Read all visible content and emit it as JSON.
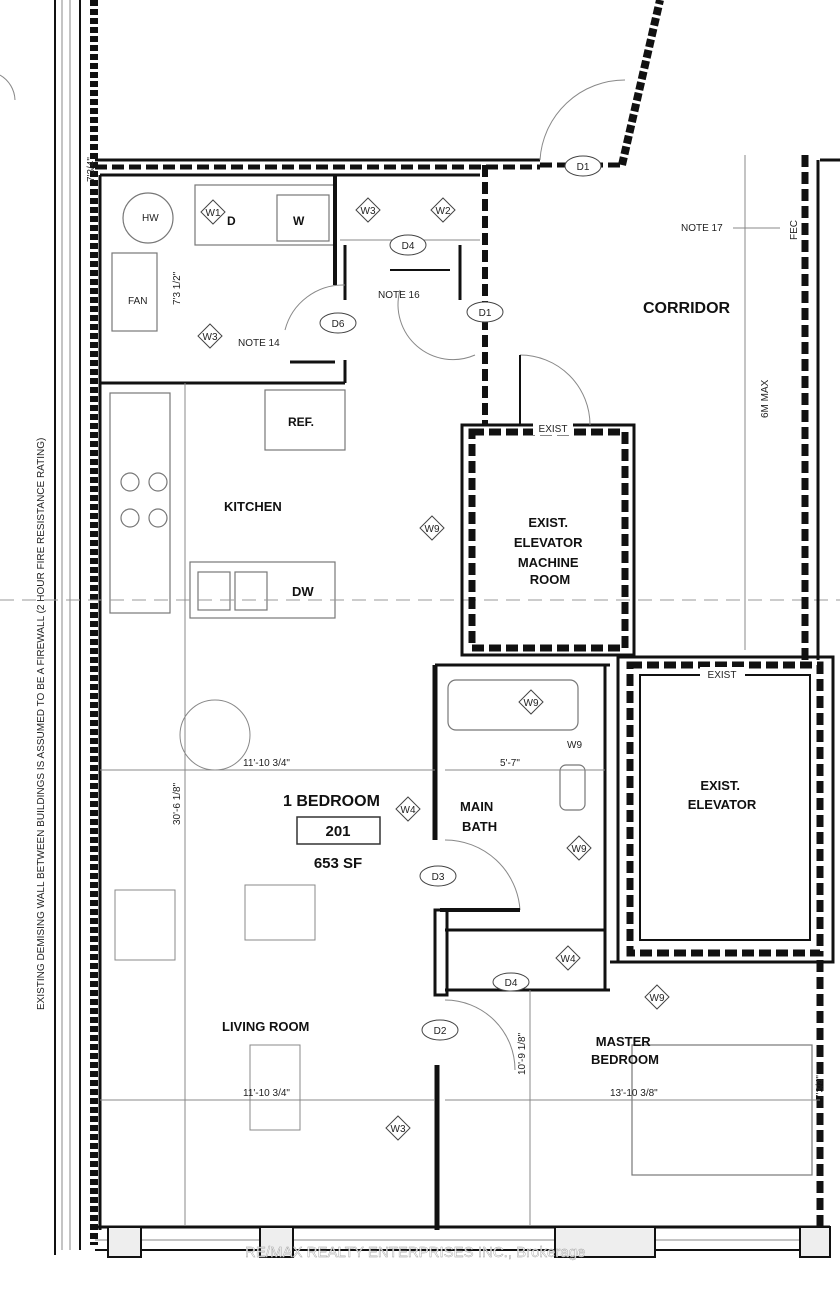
{
  "plan": {
    "unit_name": "1 BEDROOM",
    "unit_number": "201",
    "unit_area": "653 SF",
    "firewall_note": "EXISTING DEMISING WALL BETWEEN BUILDINGS IS ASSUMED TO BE A FIREWALL (2 HOUR FIRE RESISTANCE RATING)",
    "watermark": "RE/MAX REALTY ENTERPRISES INC., Brokerage"
  },
  "rooms": {
    "corridor": "CORRIDOR",
    "kitchen": "KITCHEN",
    "machine_room": [
      "EXIST.",
      "ELEVATOR",
      "MACHINE",
      "ROOM"
    ],
    "elevator": [
      "EXIST.",
      "ELEVATOR"
    ],
    "main_bath": [
      "MAIN",
      "BATH"
    ],
    "living_room": "LIVING ROOM",
    "master_bedroom": [
      "MASTER",
      "BEDROOM"
    ]
  },
  "fixtures": {
    "ref": "REF.",
    "dw": "DW",
    "washer": "W",
    "dryer": "D",
    "hw": "HW",
    "fan": "FAN"
  },
  "tags": {
    "w1": "W1",
    "w2": "W2",
    "w3": "W3",
    "w4": "W4",
    "w9": "W9",
    "d1": "D1",
    "d2": "D2",
    "d3": "D3",
    "d4": "D4",
    "d6": "D6",
    "exist": "EXIST"
  },
  "notes": {
    "note14": "NOTE 14",
    "note16": "NOTE 16",
    "note17": "NOTE 17",
    "fec": "FEC",
    "max6m": "6M MAX"
  },
  "dimensions": {
    "top_wall": "7'3/4\"",
    "laundry": "7'3 1/2\"",
    "width1": "11'-10 3/4\"",
    "width2": "11'-10 3/4\"",
    "bath_width": "5'-7\"",
    "depth": "30'-6 1/8\"",
    "bed_depth": "10'-9 1/8\"",
    "bed_width": "13'-10 3/8\"",
    "right": "7'3/4\""
  }
}
